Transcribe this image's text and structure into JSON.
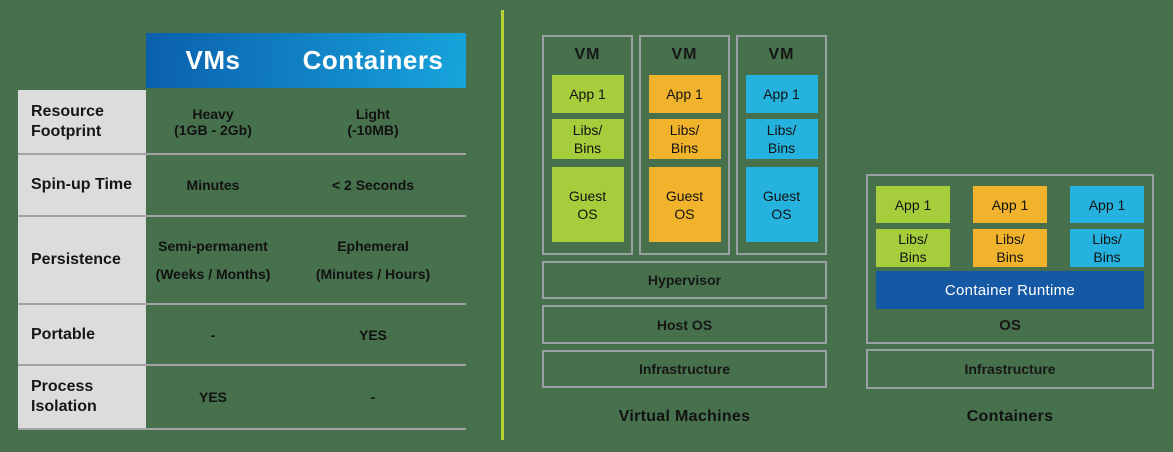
{
  "canvas": {
    "background": "#47714d",
    "divider_color": "#b5d338",
    "border_color": "#9aa0a3",
    "text_color": "#161616"
  },
  "table": {
    "header": {
      "vms_label": "VMs",
      "containers_label": "Containers",
      "gradient_start": "#0b5fad",
      "gradient_end": "#17a4db"
    },
    "rows": [
      {
        "label": "Resource Footprint",
        "vm_line1": "Heavy",
        "vm_line2": "(1GB - 2Gb)",
        "ct_line1": "Light",
        "ct_line2": "(-10MB)"
      },
      {
        "label": "Spin-up Time",
        "vm_line1": "Minutes",
        "ct_line1": "< 2 Seconds"
      },
      {
        "label": "Persistence",
        "vm_line1": "Semi-permanent",
        "vm_line2": "(Weeks / Months)",
        "ct_line1": "Ephemeral",
        "ct_line2": "(Minutes / Hours)"
      },
      {
        "label": "Portable",
        "vm_line1": "-",
        "ct_line1": "YES"
      },
      {
        "label": "Process Isolation",
        "vm_line1": "YES",
        "ct_line1": "-"
      }
    ]
  },
  "vm_diagram": {
    "title": "Virtual Machines",
    "columns": [
      {
        "header": "VM",
        "app_label": "App 1",
        "libs_line1": "Libs/",
        "libs_line2": "Bins",
        "guest_line1": "Guest",
        "guest_line2": "OS",
        "color": "#a6cd3b"
      },
      {
        "header": "VM",
        "app_label": "App 1",
        "libs_line1": "Libs/",
        "libs_line2": "Bins",
        "guest_line1": "Guest",
        "guest_line2": "OS",
        "color": "#f0b32b"
      },
      {
        "header": "VM",
        "app_label": "App 1",
        "libs_line1": "Libs/",
        "libs_line2": "Bins",
        "guest_line1": "Guest",
        "guest_line2": "OS",
        "color": "#25b2de"
      }
    ],
    "layers": [
      {
        "label": "Hypervisor"
      },
      {
        "label": "Host OS"
      },
      {
        "label": "Infrastructure"
      }
    ]
  },
  "containers_diagram": {
    "title": "Containers",
    "stacks": [
      {
        "app_label": "App 1",
        "libs_line1": "Libs/",
        "libs_line2": "Bins",
        "color": "#a6cd3b"
      },
      {
        "app_label": "App 1",
        "libs_line1": "Libs/",
        "libs_line2": "Bins",
        "color": "#f0b32b"
      },
      {
        "app_label": "App 1",
        "libs_line1": "Libs/",
        "libs_line2": "Bins",
        "color": "#25b2de"
      }
    ],
    "runtime_label": "Container Runtime",
    "runtime_color": "#1558a3",
    "os_label": "OS",
    "infrastructure_label": "Infrastructure"
  }
}
